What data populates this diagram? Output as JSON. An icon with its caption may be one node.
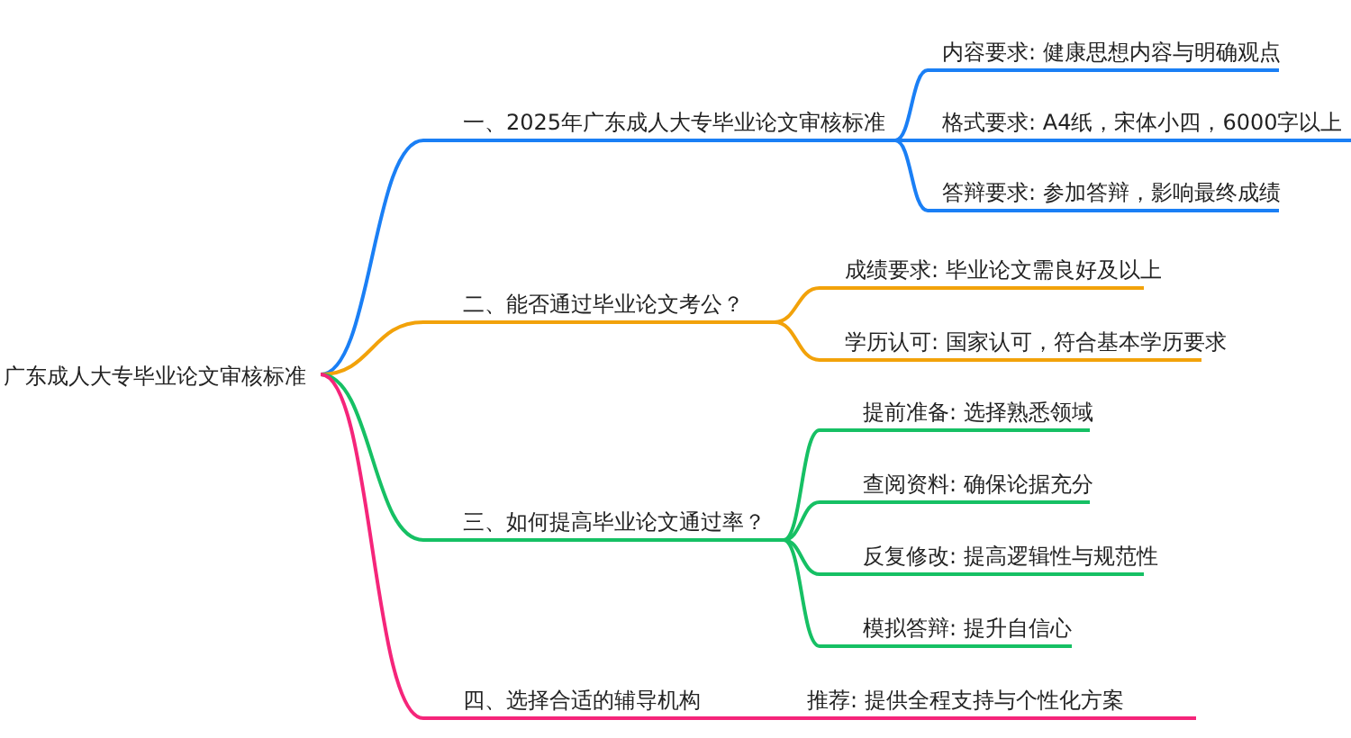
{
  "diagram": {
    "nodes": [
      {
        "text": [
          "广东成人大专毕业论文审核标准"
        ]
      },
      {
        "text": [
          "一、2025年广东成人大专毕业论文审核标准"
        ]
      },
      {
        "text": [
          "内容要求: 健康思想内容与明确观点"
        ]
      },
      {
        "text": [
          "格式要求: A4纸，宋体小四，6000字以上"
        ]
      },
      {
        "text": [
          "答辩要求: 参加答辩，影响最终成绩"
        ]
      },
      {
        "text": [
          "二、能否通过毕业论文考公？"
        ]
      },
      {
        "text": [
          "成绩要求: 毕业论文需良好及以上"
        ]
      },
      {
        "text": [
          "学历认可: 国家认可，符合基本学历要求"
        ]
      },
      {
        "text": [
          "三、如何提高毕业论文通过率？"
        ]
      },
      {
        "text": [
          "提前准备: 选择熟悉领域"
        ]
      },
      {
        "text": [
          "查阅资料: 确保论据充分"
        ]
      },
      {
        "text": [
          "反复修改: 提高逻辑性与规范性"
        ]
      },
      {
        "text": [
          "模拟答辩: 提升自信心"
        ]
      },
      {
        "text": [
          "四、选择合适的辅导机构"
        ]
      },
      {
        "text": [
          "推荐: 提供全程支持与个性化方案"
        ]
      }
    ],
    "edges": [
      {
        "from": 0,
        "to": 1,
        "arrow": "none",
        "color": "#1a7ff5"
      },
      {
        "from": 1,
        "to": 2,
        "arrow": "none",
        "color": "#1a7ff5"
      },
      {
        "from": 1,
        "to": 3,
        "arrow": "none",
        "color": "#1a7ff5"
      },
      {
        "from": 1,
        "to": 4,
        "arrow": "none",
        "color": "#1a7ff5"
      },
      {
        "from": 0,
        "to": 5,
        "arrow": "none",
        "color": "#f2a20a"
      },
      {
        "from": 5,
        "to": 6,
        "arrow": "none",
        "color": "#f2a20a"
      },
      {
        "from": 5,
        "to": 7,
        "arrow": "none",
        "color": "#f2a20a"
      },
      {
        "from": 0,
        "to": 8,
        "arrow": "none",
        "color": "#16c064"
      },
      {
        "from": 8,
        "to": 9,
        "arrow": "none",
        "color": "#16c064"
      },
      {
        "from": 8,
        "to": 10,
        "arrow": "none",
        "color": "#16c064"
      },
      {
        "from": 8,
        "to": 11,
        "arrow": "none",
        "color": "#16c064"
      },
      {
        "from": 8,
        "to": 12,
        "arrow": "none",
        "color": "#16c064"
      },
      {
        "from": 0,
        "to": 13,
        "arrow": "none",
        "color": "#f5257a"
      },
      {
        "from": 13,
        "to": 14,
        "arrow": "none",
        "color": "#f5257a"
      }
    ]
  }
}
